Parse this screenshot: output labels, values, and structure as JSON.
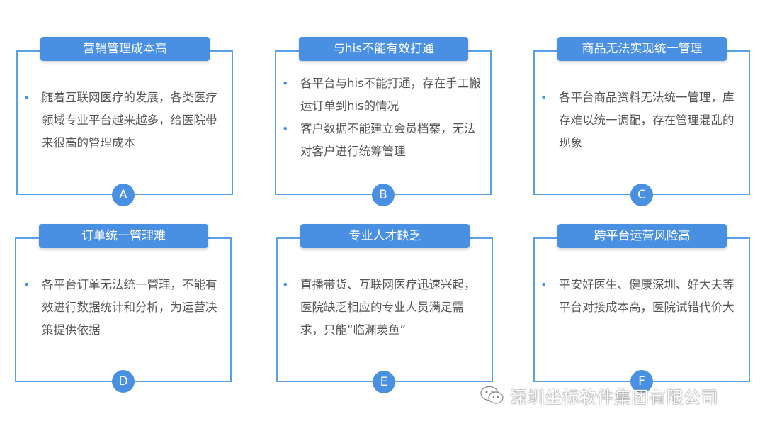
{
  "cards": [
    {
      "title": "营销管理成本高",
      "items": [
        "随着互联网医疗的发展，各类医疗领域专业平台越来越多，给医院带来很高的管理成本"
      ],
      "badge": "A"
    },
    {
      "title": "与his不能有效打通",
      "items": [
        "各平台与his不能打通，存在手工搬运订单到his的情况",
        "客户数据不能建立会员档案，无法对客户进行统筹管理"
      ],
      "badge": "B"
    },
    {
      "title": "商品无法实现统一管理",
      "items": [
        "各平台商品资料无法统一管理，库存难以统一调配，存在管理混乱的现象"
      ],
      "badge": "C"
    },
    {
      "title": "订单统一管理难",
      "items": [
        "各平台订单无法统一管理，不能有效进行数据统计和分析，为运营决策提供依据"
      ],
      "badge": "D"
    },
    {
      "title": "专业人才缺乏",
      "items": [
        "直播带货、互联网医疗迅速兴起，医院缺乏相应的专业人员满足需求，只能“临渊羡鱼”"
      ],
      "badge": "E"
    },
    {
      "title": "跨平台运营风险高",
      "items": [
        "平安好医生、健康深圳、好大夫等平台对接成本高，医院试错代价大"
      ],
      "badge": "F"
    }
  ],
  "watermark": {
    "icon": "wechat-icon",
    "text": "深圳坐标软件集团有限公司"
  }
}
